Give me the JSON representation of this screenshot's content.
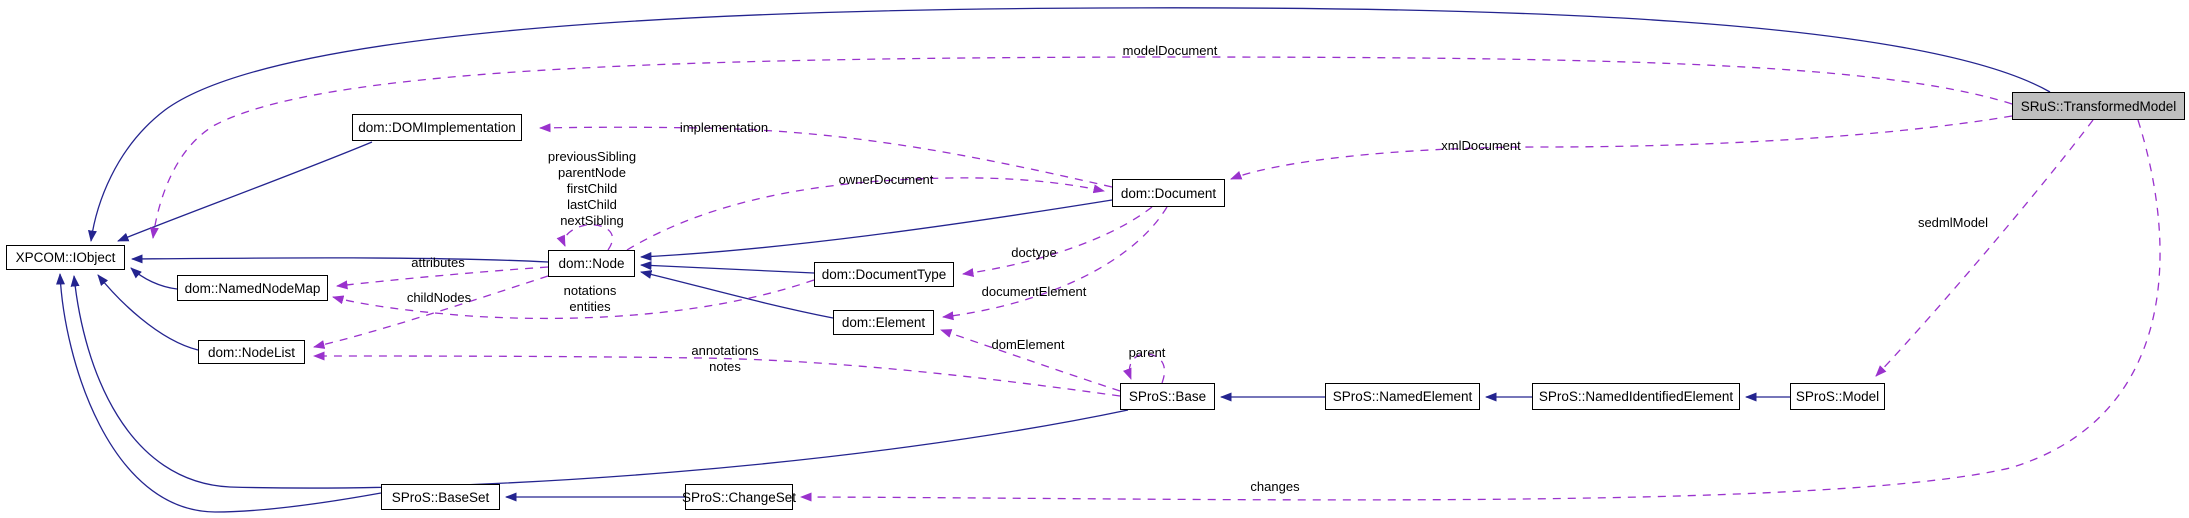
{
  "diagram": {
    "title": "collaboration graph",
    "colors": {
      "inheritance": "#24248f",
      "usage": "#9a32cd",
      "node_fill": "#ffffff",
      "node_border": "#000000",
      "highlight_fill": "#bfbfbf"
    },
    "nodes": [
      {
        "id": "xpcom-iobject",
        "label": "XPCOM::IObject",
        "highlighted": false
      },
      {
        "id": "dom-domimplementation",
        "label": "dom::DOMImplementation",
        "highlighted": false
      },
      {
        "id": "dom-namednodemap",
        "label": "dom::NamedNodeMap",
        "highlighted": false
      },
      {
        "id": "dom-nodelist",
        "label": "dom::NodeList",
        "highlighted": false
      },
      {
        "id": "dom-node",
        "label": "dom::Node",
        "highlighted": false
      },
      {
        "id": "dom-documenttype",
        "label": "dom::DocumentType",
        "highlighted": false
      },
      {
        "id": "dom-element",
        "label": "dom::Element",
        "highlighted": false
      },
      {
        "id": "dom-document",
        "label": "dom::Document",
        "highlighted": false
      },
      {
        "id": "spros-base",
        "label": "SProS::Base",
        "highlighted": false
      },
      {
        "id": "spros-namedelement",
        "label": "SProS::NamedElement",
        "highlighted": false
      },
      {
        "id": "spros-namedidentifiedelement",
        "label": "SProS::NamedIdentifiedElement",
        "highlighted": false
      },
      {
        "id": "spros-model",
        "label": "SProS::Model",
        "highlighted": false
      },
      {
        "id": "srus-transformedmodel",
        "label": "SRuS::TransformedModel",
        "highlighted": true
      },
      {
        "id": "spros-baseset",
        "label": "SProS::BaseSet",
        "highlighted": false
      },
      {
        "id": "spros-changeset",
        "label": "SProS::ChangeSet",
        "highlighted": false
      }
    ],
    "edge_labels": [
      {
        "id": "modelDocument",
        "text": "modelDocument"
      },
      {
        "id": "implementation",
        "text": "implementation"
      },
      {
        "id": "xmlDocument",
        "text": "xmlDocument"
      },
      {
        "id": "ownerDocument",
        "text": "ownerDocument"
      },
      {
        "id": "sedmlModel",
        "text": "sedmlModel"
      },
      {
        "id": "previousSibling",
        "text": "previousSibling"
      },
      {
        "id": "parentNode",
        "text": "parentNode"
      },
      {
        "id": "firstChild",
        "text": "firstChild"
      },
      {
        "id": "lastChild",
        "text": "lastChild"
      },
      {
        "id": "nextSibling",
        "text": "nextSibling"
      },
      {
        "id": "doctype",
        "text": "doctype"
      },
      {
        "id": "attributes",
        "text": "attributes"
      },
      {
        "id": "childNodes",
        "text": "childNodes"
      },
      {
        "id": "notations",
        "text": "notations"
      },
      {
        "id": "entities",
        "text": "entities"
      },
      {
        "id": "documentElement",
        "text": "documentElement"
      },
      {
        "id": "domElement",
        "text": "domElement"
      },
      {
        "id": "annotations",
        "text": "annotations"
      },
      {
        "id": "notes",
        "text": "notes"
      },
      {
        "id": "parent",
        "text": "parent"
      },
      {
        "id": "changes",
        "text": "changes"
      }
    ]
  }
}
